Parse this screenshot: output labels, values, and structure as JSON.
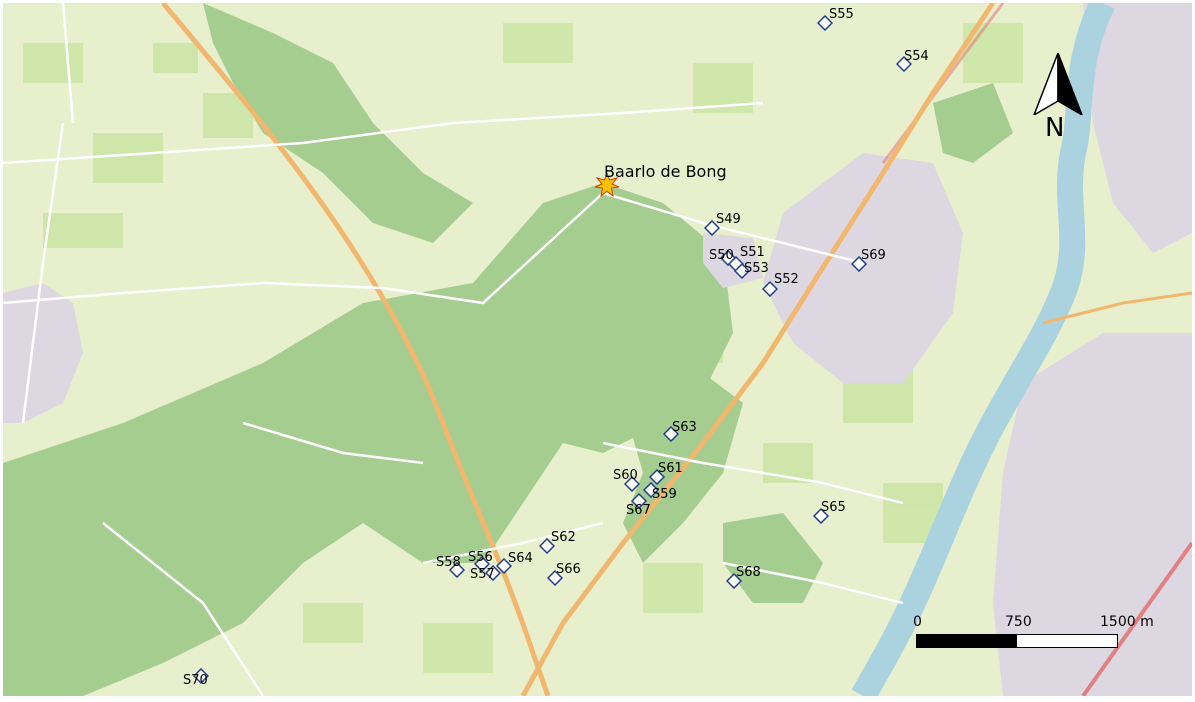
{
  "map": {
    "place_label": "Baarlo de Bong",
    "north_label": "N",
    "scale": {
      "labels": [
        "0",
        "750",
        "1500 m"
      ]
    },
    "sites": [
      {
        "id": "S49"
      },
      {
        "id": "S50"
      },
      {
        "id": "S51"
      },
      {
        "id": "S52"
      },
      {
        "id": "S53"
      },
      {
        "id": "S54"
      },
      {
        "id": "S55"
      },
      {
        "id": "S56"
      },
      {
        "id": "S57"
      },
      {
        "id": "S58"
      },
      {
        "id": "S59"
      },
      {
        "id": "S60"
      },
      {
        "id": "S61"
      },
      {
        "id": "S62"
      },
      {
        "id": "S63"
      },
      {
        "id": "S64"
      },
      {
        "id": "S65"
      },
      {
        "id": "S66"
      },
      {
        "id": "S67"
      },
      {
        "id": "S68"
      },
      {
        "id": "S69"
      },
      {
        "id": "S70"
      }
    ],
    "colors": {
      "farmland": "#e7efcd",
      "meadow": "#cde6a8",
      "forest": "#a5cd90",
      "water": "#aad3df",
      "urban": "#ddd7e1",
      "road_main": "#f2b76e",
      "road_minor": "#ffffff",
      "railway": "#e08080",
      "marker": "#1f3e8a"
    }
  }
}
